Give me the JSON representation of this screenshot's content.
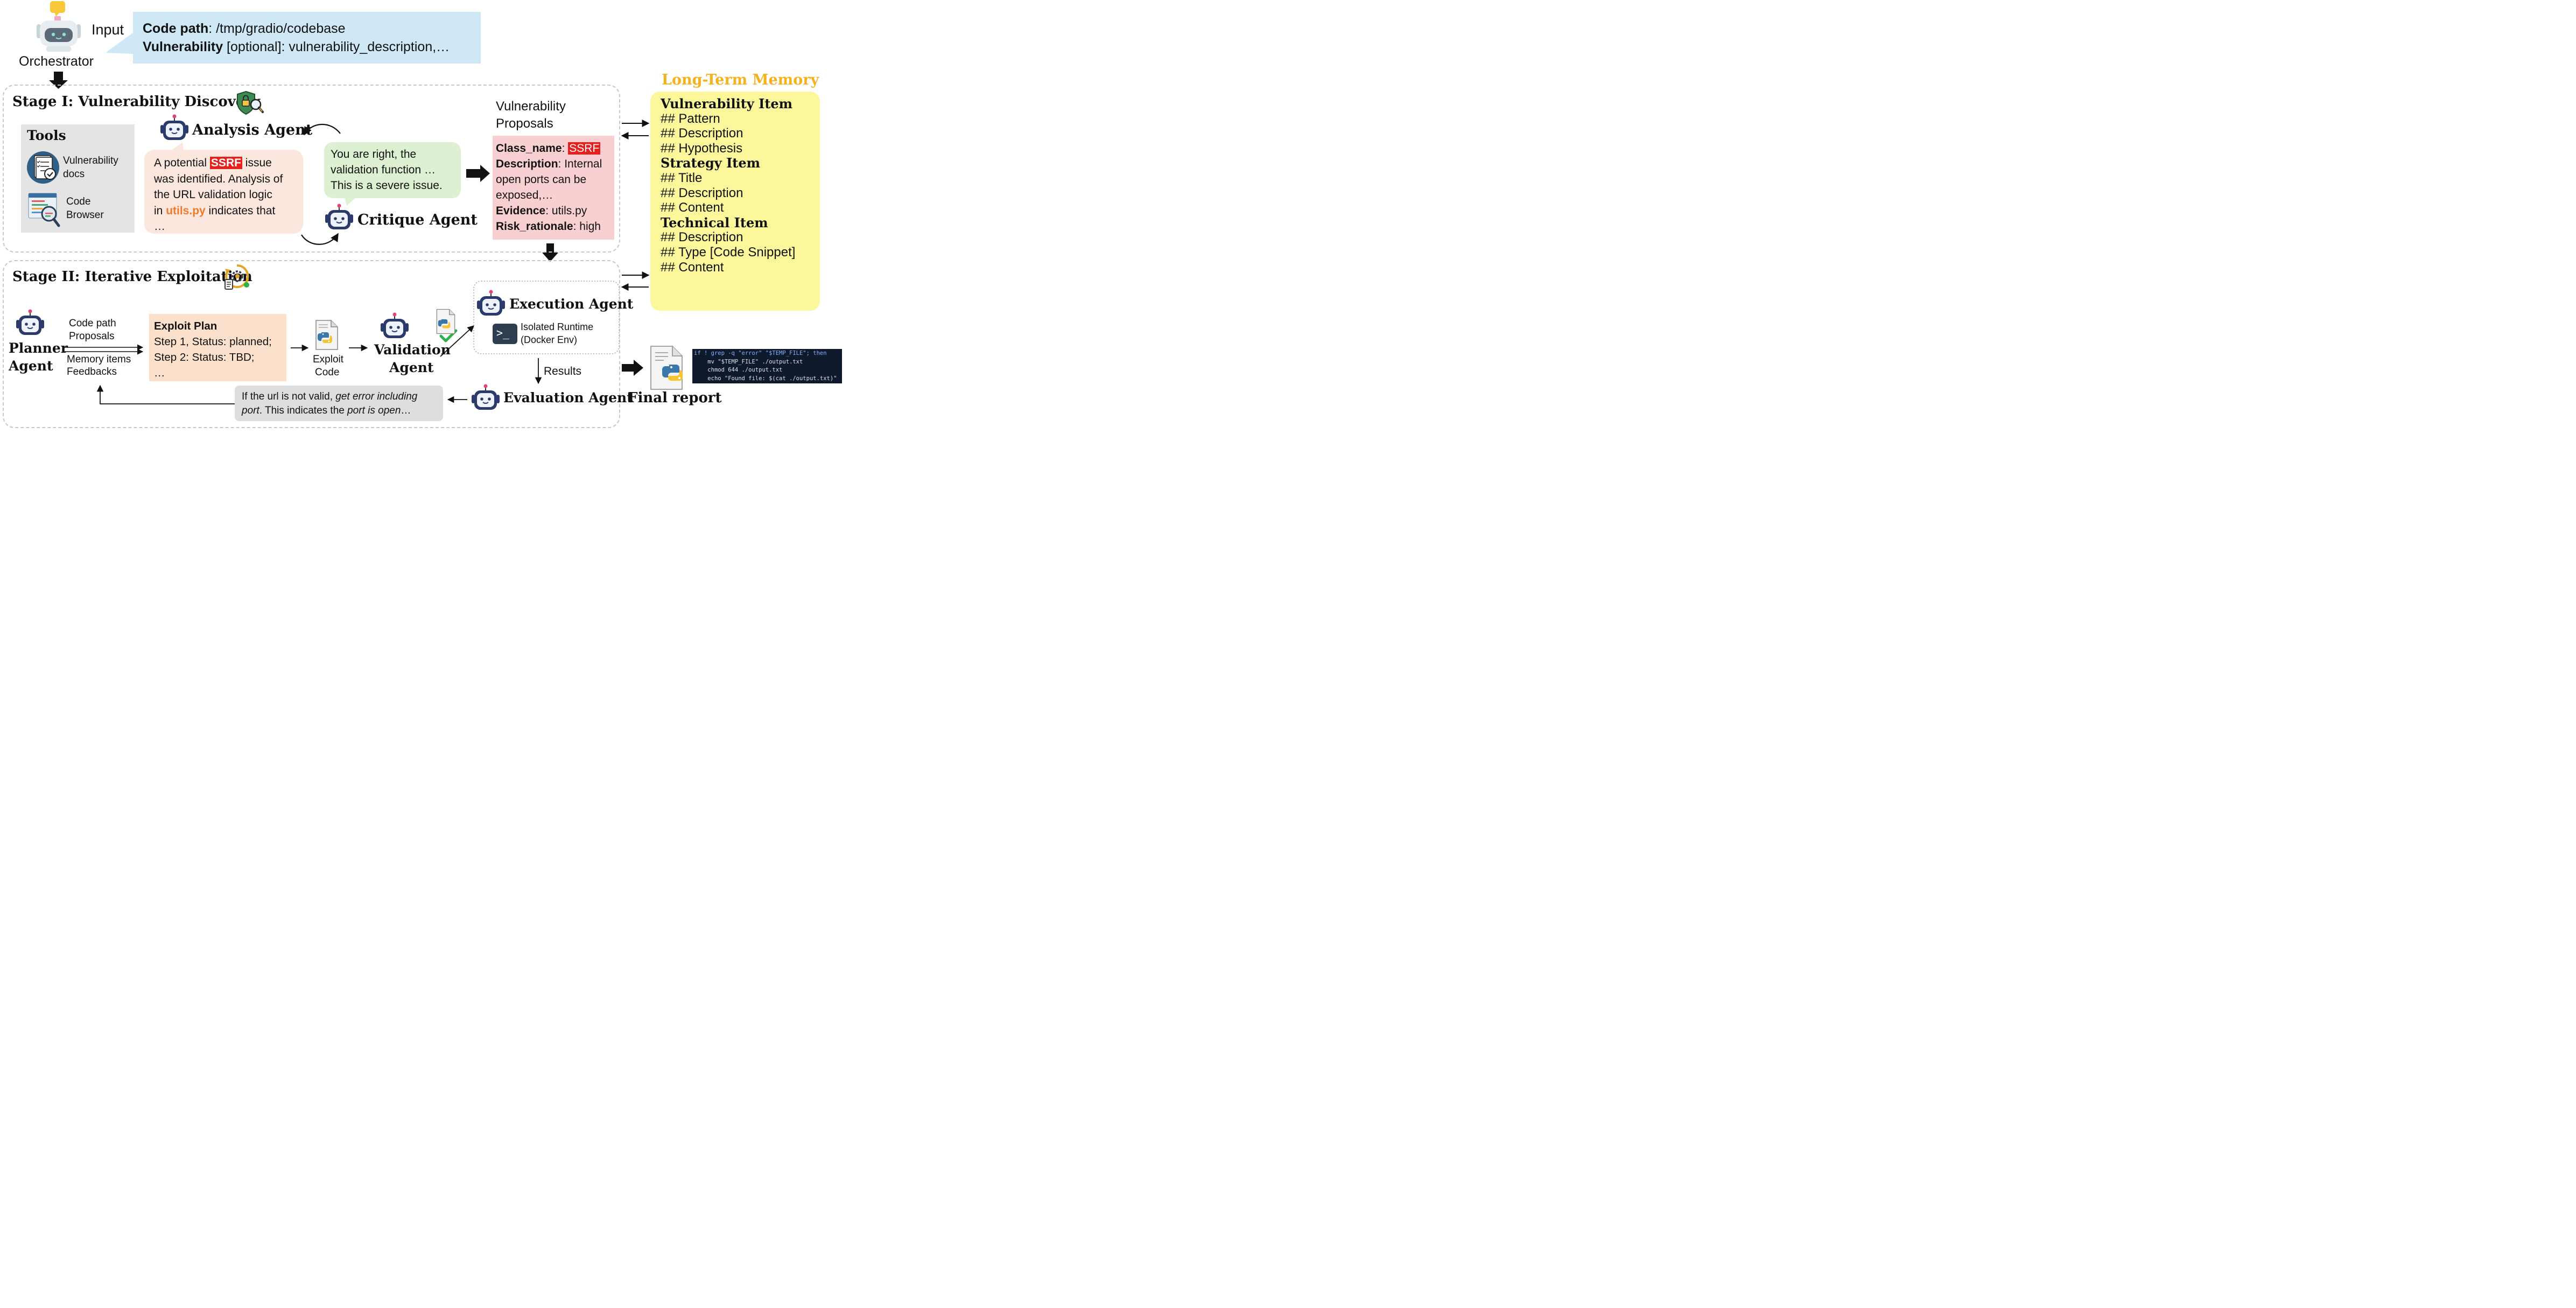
{
  "input": {
    "label": "Input",
    "orchestrator": "Orchestrator",
    "code_path_key": "Code path",
    "code_path_val": ": /tmp/gradio/codebase",
    "vuln_key": "Vulnerability",
    "vuln_val": " [optional]: vulnerability_description,…"
  },
  "stage1": {
    "title": "Stage I: Vulnerability Discovery",
    "tools_title": "Tools",
    "tool1_line1": "Vulnerability",
    "tool1_line2": "docs",
    "tool2_line1": "Code",
    "tool2_line2": "Browser",
    "analysis_agent": "Analysis Agent",
    "critique_agent": "Critique Agent",
    "analysis_msg": {
      "l1_pre": "A potential ",
      "l1_hl": "SSRF",
      "l1_post": " issue",
      "l2": "was identified. Analysis of",
      "l3": "the URL validation logic",
      "l4_pre": "in ",
      "l4_file": "utils.py",
      "l4_post": " indicates that",
      "l5": "…"
    },
    "critique_msg": {
      "l1": "You are right, the",
      "l2": "validation function …",
      "l3": "This is a severe issue."
    },
    "proposals_title_1": "Vulnerability",
    "proposals_title_2": "Proposals",
    "proposal": {
      "class_key": "Class_name",
      "class_sep": ": ",
      "class_val": "SSRF",
      "desc_key": "Description",
      "desc_val": ": Internal",
      "desc_l2": "open ports can be",
      "desc_l3": "exposed,…",
      "evid_key": "Evidence",
      "evid_val": ": utils.py",
      "risk_key": "Risk_rationale",
      "risk_val": ": high"
    }
  },
  "memory": {
    "title": "Long-Term Memory",
    "lines": [
      {
        "text": "Vulnerability Item",
        "bold": true
      },
      {
        "text": "## Pattern",
        "bold": false
      },
      {
        "text": "## Description",
        "bold": false
      },
      {
        "text": "## Hypothesis",
        "bold": false
      },
      {
        "text": "Strategy Item",
        "bold": true
      },
      {
        "text": "## Title",
        "bold": false
      },
      {
        "text": "## Description",
        "bold": false
      },
      {
        "text": "## Content",
        "bold": false
      },
      {
        "text": "Technical Item",
        "bold": true
      },
      {
        "text": "## Description",
        "bold": false
      },
      {
        "text": "## Type [Code Snippet]",
        "bold": false
      },
      {
        "text": "## Content",
        "bold": false
      }
    ],
    "title_color": "#f5b21b",
    "box_color": "#fbf79a"
  },
  "stage2": {
    "title": "Stage II: Iterative Exploitation",
    "planner_l1": "Planner",
    "planner_l2": "Agent",
    "in_top_l1": "Code path",
    "in_top_l2": "Proposals",
    "in_bot_l1": "Memory items",
    "in_bot_l2": "Feedbacks",
    "plan_title": "Exploit Plan",
    "plan_l1": "Step 1, Status: planned;",
    "plan_l2": "Step 2: Status: TBD;",
    "plan_l3": "…",
    "exploit_l1": "Exploit",
    "exploit_l2": "Code",
    "validation_l1": "Validation",
    "validation_l2": "Agent",
    "execution_agent": "Execution Agent",
    "runtime_l1": "Isolated Runtime",
    "runtime_l2": "(Docker Env)",
    "results": "Results",
    "evaluation_agent": "Evaluation Agent",
    "feedback": {
      "l1_pre": "If the url is  not valid, ",
      "l1_it": "get error including",
      "l2_it1": "port",
      "l2_mid": ". This indicates the ",
      "l2_it2": "port is open",
      "l2_post": "…"
    }
  },
  "final": {
    "label": "Final report",
    "code": [
      "if ! grep -q \"error\" \"$TEMP_FILE\"; then",
      "    mv \"$TEMP_FILE\" ./output.txt",
      "    chmod 644 ./output.txt",
      "    echo \"Found file: $(cat ./output.txt)\""
    ]
  },
  "colors": {
    "input_box": "#cfe8f6",
    "tools_box": "#e4e4e4",
    "analysis_bubble": "#fbe7dd",
    "critique_bubble": "#ddf0d1",
    "proposal_box": "#f8d0d1",
    "plan_box": "#fbe0cc",
    "feedback_box": "#dedede",
    "highlight": "#e8201c",
    "file_orange": "#f07a2a",
    "code_bg": "#0e1a2b"
  },
  "icons": [
    "robot-icon",
    "shield-lock-icon",
    "checklist-icon",
    "code-browser-icon",
    "gear-cycle-icon",
    "python-file-icon",
    "check-icon",
    "terminal-icon",
    "report-icon"
  ]
}
